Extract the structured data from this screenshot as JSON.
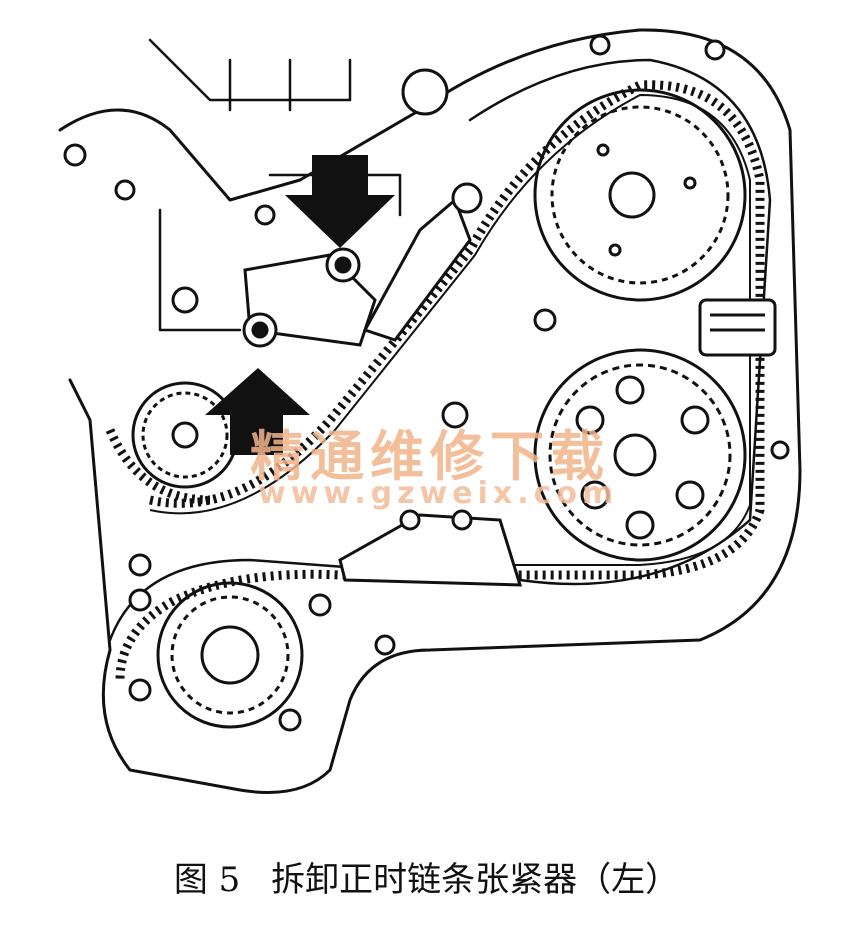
{
  "figure": {
    "label": "图 5",
    "title": "拆卸正时链条张紧器（左）"
  },
  "watermark": {
    "name": "精通维修下载",
    "url": "www.gzweix.com"
  },
  "colors": {
    "line": "#111111",
    "watermark": "#f2b48a",
    "background": "#ffffff"
  }
}
